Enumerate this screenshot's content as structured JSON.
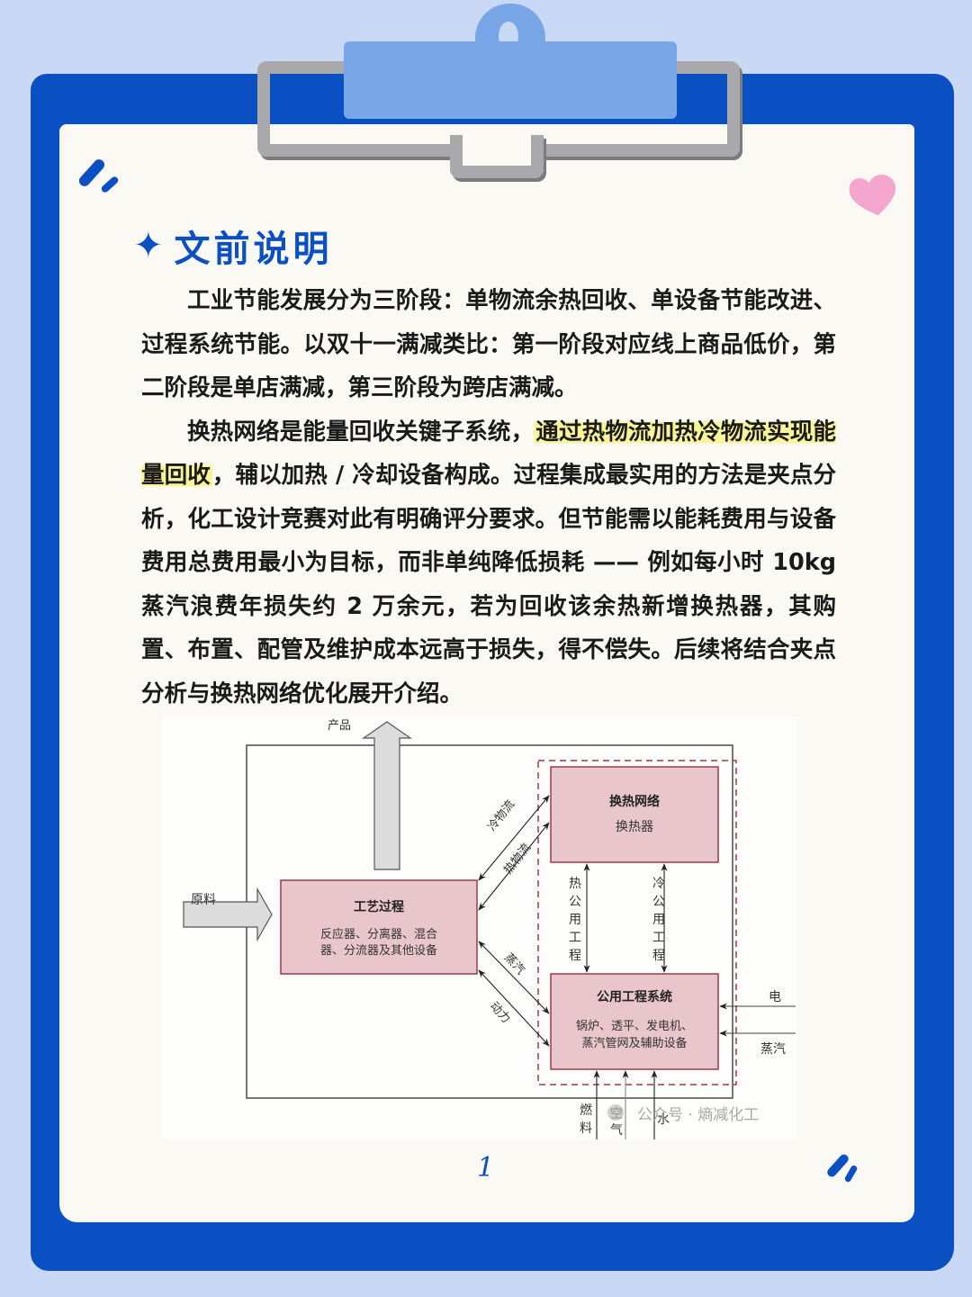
{
  "title": {
    "icon": "sparkle-star-icon",
    "text": "文前说明"
  },
  "paragraphs": [
    {
      "text": "工业节能发展分为三阶段：单物流余热回收、单设备节能改进、过程系统节能。以双十一满减类比：第一阶段对应线上商品低价，第二阶段是单店满减，第三阶段为跨店满减。"
    },
    {
      "before": "换热网络是能量回收关键子系统，",
      "highlight": "通过热物流加热冷物流实现能量回收",
      "after": "，辅以加热 / 冷却设备构成。过程集成最实用的方法是夹点分析，化工设计竞赛对此有明确评分要求。但节能需以能耗费用与设备费用总费用最小为目标，而非单纯降低损耗 —— 例如每小时 10kg 蒸汽浪费年损失约 2 万余元，若为回收该余热新增换热器，其购置、布置、配管及维护成本远高于损失，得不偿失。后续将结合夹点分析与换热网络优化展开介绍。"
    }
  ],
  "diagram": {
    "labels": {
      "product": "产品",
      "raw_material": "原料",
      "process_title": "工艺过程",
      "process_line1": "反应器、分离器、混合",
      "process_line2": "器、分流器及其他设备",
      "hen_title": "换热网络",
      "hen_sub": "换热器",
      "utility_title": "公用工程系统",
      "utility_line1": "锅炉、透平、发电机、",
      "utility_line2": "蒸汽管网及辅助设备",
      "cold_stream": "冷物流",
      "hot_stream": "热物流",
      "steam_flow": "蒸汽",
      "power_flow": "动力",
      "hot_utility": "热公用工程",
      "cold_utility": "冷公用工程",
      "electricity": "电",
      "steam_in": "蒸汽",
      "fuel": "燃料",
      "air": "空气",
      "water": "水",
      "watermark": "公众号 · 熵减化工"
    },
    "colors": {
      "box_fill": "#e8c6cb",
      "box_stroke": "#9e3a4a",
      "arrow_fill": "#dcdcdc",
      "line": "#333333"
    }
  },
  "page_number": "1",
  "colors": {
    "accent": "#0b50c2",
    "highlight": "#fbf59a",
    "clip": "#79a6e6",
    "heart": "#f4a6cf"
  }
}
